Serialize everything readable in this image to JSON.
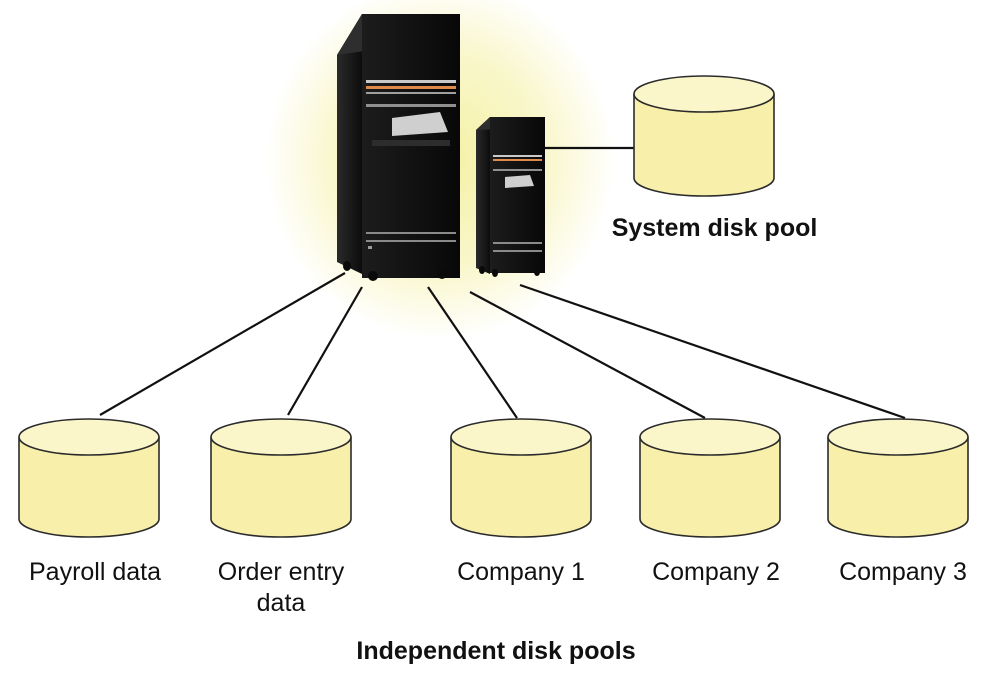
{
  "labels": {
    "system_pool": "System disk pool",
    "independent_pools": "Independent disk pools"
  },
  "pools": [
    {
      "id": "payroll",
      "label": "Payroll data"
    },
    {
      "id": "order-entry",
      "label_line1": "Order entry",
      "label_line2": "data"
    },
    {
      "id": "company-1",
      "label": "Company 1"
    },
    {
      "id": "company-2",
      "label": "Company 2"
    },
    {
      "id": "company-3",
      "label": "Company 3"
    }
  ],
  "colors": {
    "disk_fill": "#f8efaa",
    "disk_top": "#fbf6c9",
    "disk_stroke": "#2b2b2b",
    "server_body": "#1a1a1a",
    "server_glow": "#f4f0a0",
    "accent_stripe": "#e08a4a",
    "line": "#111111"
  }
}
